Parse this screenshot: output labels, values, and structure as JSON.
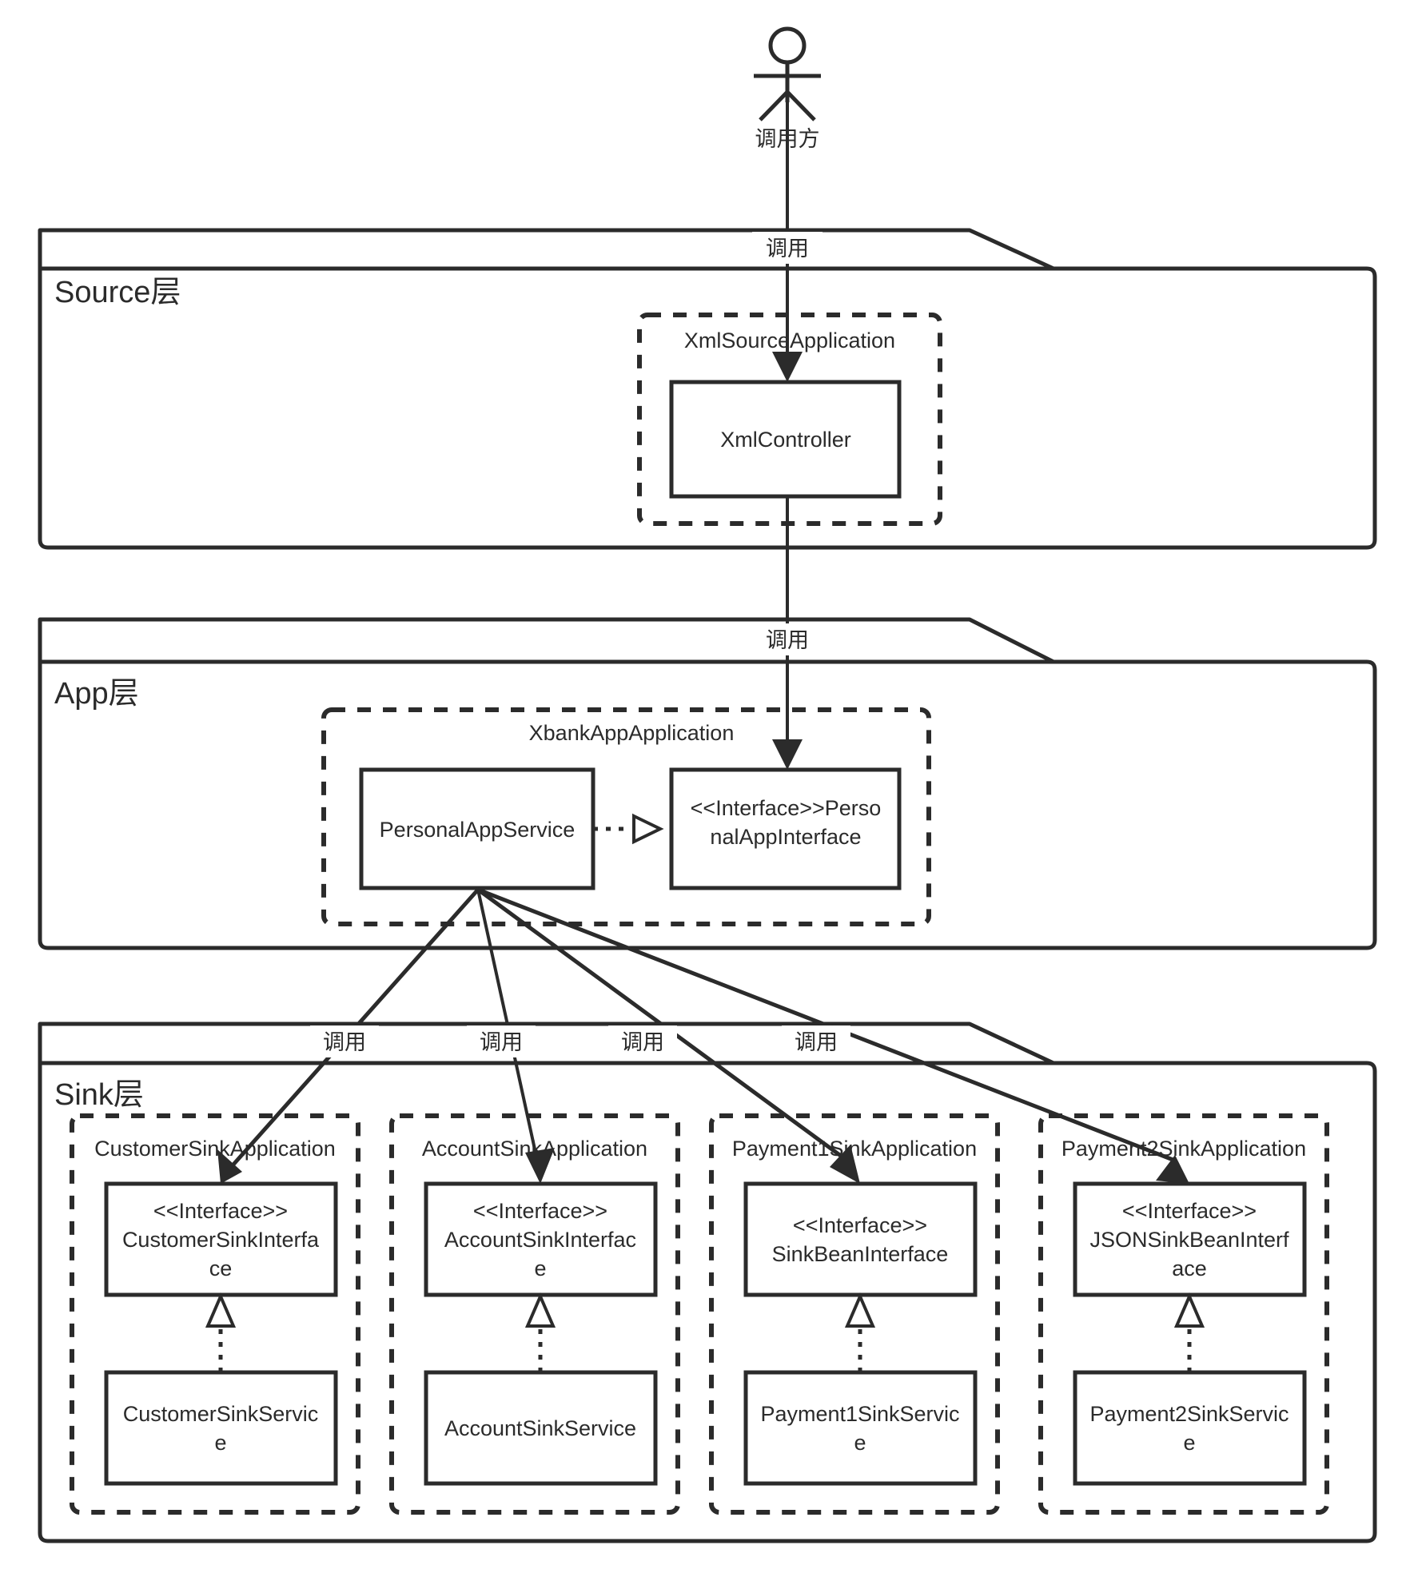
{
  "diagram": {
    "title": "Source-App-Sink 分层调用架构图",
    "type": "uml-package-diagram",
    "colors": {
      "stroke": "#2b2b2b",
      "fill": "#ffffff",
      "background": "#ffffff"
    }
  },
  "actor": {
    "label": "调用方",
    "icon": "actor-stick-figure"
  },
  "layers": [
    {
      "id": "source",
      "label": "Source层",
      "packages": [
        {
          "id": "xml-source-application",
          "label": "XmlSourceApplication",
          "classes": [
            {
              "id": "xml-controller",
              "lines": [
                "XmlController"
              ]
            }
          ]
        }
      ]
    },
    {
      "id": "app",
      "label": "App层",
      "packages": [
        {
          "id": "xbank-app-application",
          "label": "XbankAppApplication",
          "classes": [
            {
              "id": "personal-app-service",
              "lines": [
                "PersonalAppService"
              ]
            },
            {
              "id": "personal-app-interface",
              "lines": [
                "<<Interface>>Perso",
                "nalAppInterface"
              ]
            }
          ]
        }
      ]
    },
    {
      "id": "sink",
      "label": "Sink层",
      "packages": [
        {
          "id": "customer-sink-application",
          "label": "CustomerSinkApplication",
          "classes": [
            {
              "id": "customer-sink-interface",
              "lines": [
                "<<Interface>>",
                "CustomerSinkInterfa",
                "ce"
              ]
            },
            {
              "id": "customer-sink-service",
              "lines": [
                "CustomerSinkServic",
                "e"
              ]
            }
          ]
        },
        {
          "id": "account-sink-application",
          "label": "AccountSinkApplication",
          "classes": [
            {
              "id": "account-sink-interface",
              "lines": [
                "<<Interface>>",
                "AccountSinkInterfac",
                "e"
              ]
            },
            {
              "id": "account-sink-service",
              "lines": [
                "AccountSinkService"
              ]
            }
          ]
        },
        {
          "id": "payment1-sink-application",
          "label": "Payment1SinkApplication",
          "classes": [
            {
              "id": "sink-bean-interface",
              "lines": [
                "<<Interface>>",
                "SinkBeanInterface"
              ]
            },
            {
              "id": "payment1-sink-service",
              "lines": [
                "Payment1SinkServic",
                "e"
              ]
            }
          ]
        },
        {
          "id": "payment2-sink-application",
          "label": "Payment2SinkApplication",
          "classes": [
            {
              "id": "json-sink-bean-interface",
              "lines": [
                "<<Interface>>",
                "JSONSinkBeanInterf",
                "ace"
              ]
            },
            {
              "id": "payment2-sink-service",
              "lines": [
                "Payment2SinkServic",
                "e"
              ]
            }
          ]
        }
      ]
    }
  ],
  "edges": {
    "call_label": "调用",
    "list": [
      {
        "id": "caller-to-xmlcontroller",
        "label": "调用",
        "from": "调用方",
        "to": "XmlController",
        "style": "solid-arrow"
      },
      {
        "id": "xmlcontroller-to-personalappinterface",
        "label": "调用",
        "from": "XmlController",
        "to": "<<Interface>>PersonalAppInterface",
        "style": "solid-arrow"
      },
      {
        "id": "personalappservice-to-customersinkinterface",
        "label": "调用",
        "from": "PersonalAppService",
        "to": "<<Interface>>CustomerSinkInterface",
        "style": "solid-arrow"
      },
      {
        "id": "personalappservice-to-accountsinkinterface",
        "label": "调用",
        "from": "PersonalAppService",
        "to": "<<Interface>>AccountSinkInterface",
        "style": "solid-arrow"
      },
      {
        "id": "personalappservice-to-sinkbeaninterface",
        "label": "调用",
        "from": "PersonalAppService",
        "to": "<<Interface>>SinkBeanInterface",
        "style": "solid-arrow"
      },
      {
        "id": "personalappservice-to-jsonsinkbeaninterface",
        "label": "调用",
        "from": "PersonalAppService",
        "to": "<<Interface>>JSONSinkBeanInterface",
        "style": "solid-arrow"
      },
      {
        "id": "personalappservice-realizes-personalappinterface",
        "label": "",
        "from": "PersonalAppService",
        "to": "<<Interface>>PersonalAppInterface",
        "style": "dotted-realization"
      },
      {
        "id": "customersinkservice-realizes-customersinkinterface",
        "label": "",
        "from": "CustomerSinkService",
        "to": "<<Interface>>CustomerSinkInterface",
        "style": "dotted-realization"
      },
      {
        "id": "accountsinkservice-realizes-accountsinkinterface",
        "label": "",
        "from": "AccountSinkService",
        "to": "<<Interface>>AccountSinkInterface",
        "style": "dotted-realization"
      },
      {
        "id": "payment1sinkservice-realizes-sinkbeaninterface",
        "label": "",
        "from": "Payment1SinkService",
        "to": "<<Interface>>SinkBeanInterface",
        "style": "dotted-realization"
      },
      {
        "id": "payment2sinkservice-realizes-jsonsinkbeaninterface",
        "label": "",
        "from": "Payment2SinkService",
        "to": "<<Interface>>JSONSinkBeanInterface",
        "style": "dotted-realization"
      }
    ],
    "call_labels_source": [
      "调用"
    ],
    "call_labels_app": [
      "调用"
    ],
    "call_labels_sink": [
      "调用",
      "调用",
      "调用",
      "调用"
    ]
  }
}
